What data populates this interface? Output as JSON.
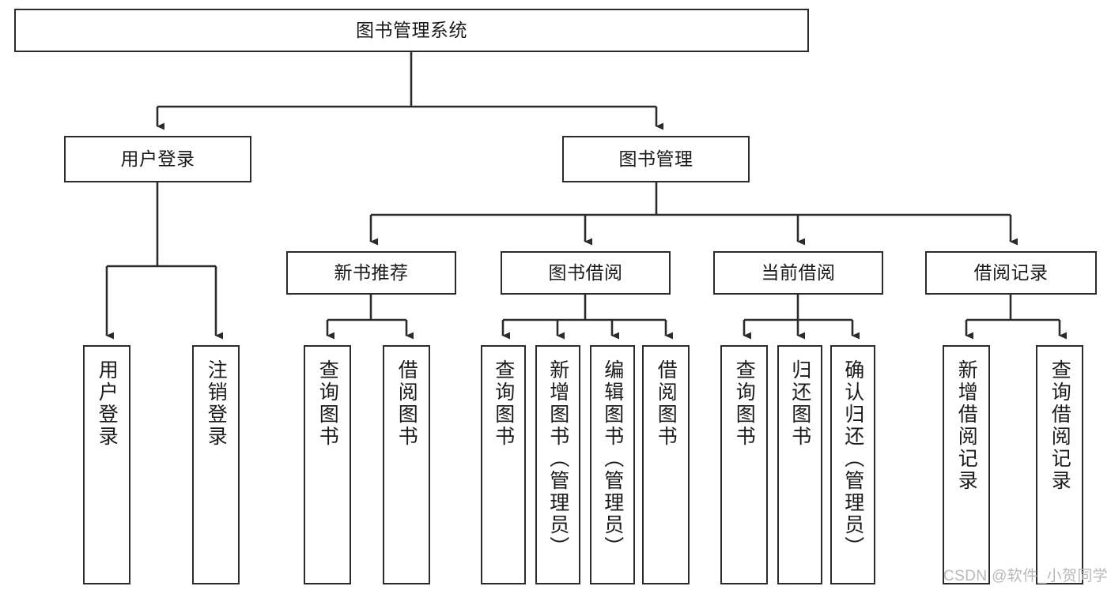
{
  "diagram": {
    "type": "tree-hierarchy",
    "title": "图书管理系统",
    "root": {
      "label": "图书管理系统"
    },
    "level2": [
      {
        "label": "用户登录"
      },
      {
        "label": "图书管理"
      }
    ],
    "level3": [
      {
        "label": "新书推荐"
      },
      {
        "label": "图书借阅"
      },
      {
        "label": "当前借阅"
      },
      {
        "label": "借阅记录"
      }
    ],
    "leaves": {
      "user_login": [
        {
          "label": "用户登录"
        },
        {
          "label": "注销登录"
        }
      ],
      "new_book_recommend": [
        {
          "label": "查询图书"
        },
        {
          "label": "借阅图书"
        }
      ],
      "book_borrow": [
        {
          "label": "查询图书"
        },
        {
          "label": "新增图书（管理员）"
        },
        {
          "label": "编辑图书（管理员）"
        },
        {
          "label": "借阅图书"
        }
      ],
      "current_borrow": [
        {
          "label": "查询图书"
        },
        {
          "label": "归还图书"
        },
        {
          "label": "确认归还（管理员）"
        }
      ],
      "borrow_record": [
        {
          "label": "新增借阅记录"
        },
        {
          "label": "查询借阅记录"
        }
      ]
    }
  },
  "watermark": {
    "text": "CSDN @软件_小贺同学"
  },
  "colors": {
    "border": "#2b2b2b",
    "text": "#1a1a1a",
    "background": "#ffffff",
    "watermark": "#b9b9b9"
  }
}
